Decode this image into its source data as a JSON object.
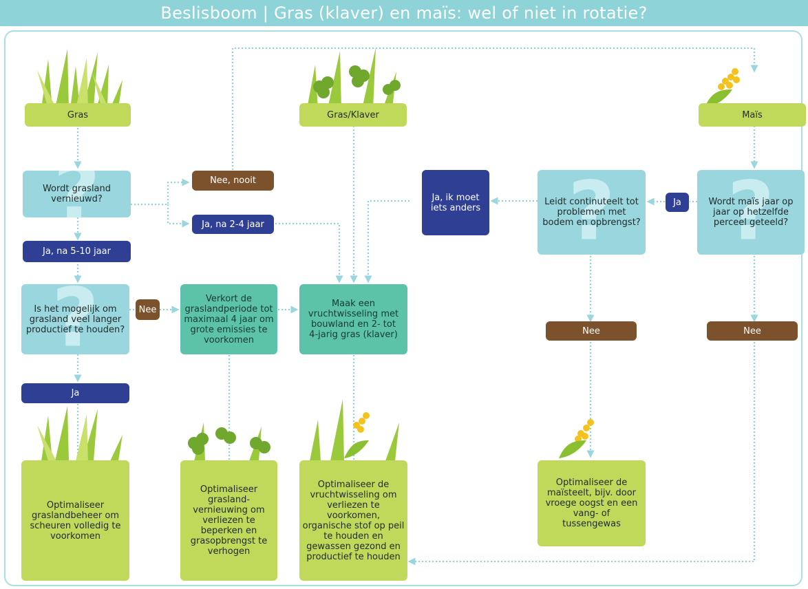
{
  "title": "Beslisboom | Gras (klaver) en maïs: wel of niet in rotatie?",
  "nodes": {
    "gras": "Gras",
    "grasklaver": "Gras/Klaver",
    "mais": "Maïs",
    "q_grasland": "Wordt grasland vernieuwd?",
    "nee_nooit": "Nee, nooit",
    "ja_2_4": "Ja, na 2-4 jaar",
    "ja_5_10": "Ja, na 5-10 jaar",
    "q_langer": "Is het mogelijk om grasland veel langer productief te houden?",
    "nee_left": "Nee",
    "verkort": "Verkort de graslandperiode tot maximaal 4 jaar om grote emissies te voorkomen",
    "maak": "Maak een vruchtwisseling met bouwland en 2- tot 4-jarig gras (klaver)",
    "ja_left": "Ja",
    "ja_anders": "Ja, ik moet iets anders",
    "q_continu": "Leidt continuteelt tot problemen met bodem en opbrengst?",
    "ja_right": "Ja",
    "q_mais": "Wordt maïs jaar op jaar op hetzelfde perceel geteeld?",
    "nee_mid": "Nee",
    "nee_right": "Nee",
    "opt_graslandbeheer": "Optimaliseer graslandbeheer om scheuren volledig te voorkomen",
    "opt_vernieuwing": "Optimaliseer grasland-vernieuwing om verliezen te beperken en grasopbrengst te verhogen",
    "opt_vruchtwisseling": "Optimaliseer de vruchtwisseling om verliezen te voorkomen, organische stof op peil te houden en gewassen gezond en productief te houden",
    "opt_maisteelt": "Optimaliseer de maïsteelt, bijv. door vroege oogst en een vang- of tussengewas"
  },
  "colors": {
    "banner": "#8ed3d8",
    "green": "#c1d95a",
    "teal": "#5cc3a8",
    "navy": "#2f3f94",
    "brown": "#7b522b",
    "question": "#9ad6dd",
    "connector": "#8ed3d8"
  },
  "icons": [
    "grass-icon",
    "clover-icon",
    "corn-icon"
  ]
}
